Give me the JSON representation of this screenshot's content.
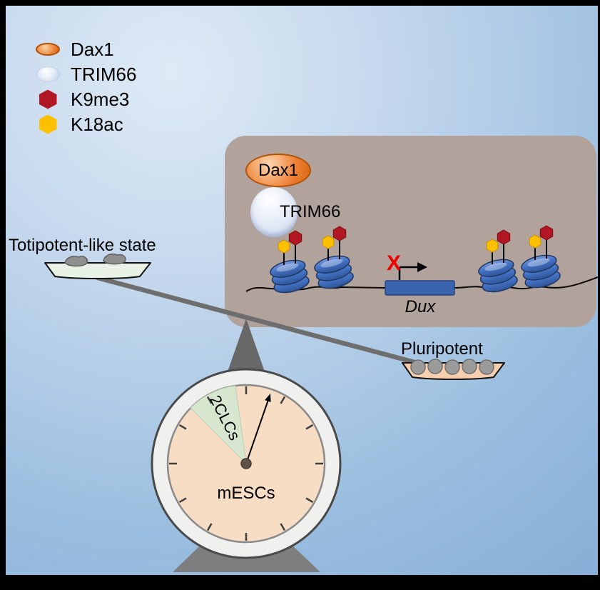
{
  "legend": {
    "items": [
      {
        "id": "dax1",
        "label": "Dax1",
        "icon": "dax1-ellipse-icon"
      },
      {
        "id": "trim66",
        "label": "TRIM66",
        "icon": "trim66-ellipse-icon"
      },
      {
        "id": "k9me3",
        "label": "K9me3",
        "icon": "k9me3-hexagon-icon"
      },
      {
        "id": "k18ac",
        "label": "K18ac",
        "icon": "k18ac-hexagon-icon"
      }
    ]
  },
  "chromatin_panel": {
    "dax1_label": "Dax1",
    "trim66_label": "TRIM66",
    "gene_label": "Dux",
    "repression_mark": "X"
  },
  "balance": {
    "left_label": "Totipotent-like state",
    "right_label": "Pluripotent"
  },
  "gauge": {
    "sector_label": "2CLCs",
    "center_label": "mESCs"
  },
  "colors": {
    "dax1": "#ED7D31",
    "trim66": "#DDE6F4",
    "k9me3": "#B01722",
    "k18ac": "#FFC000",
    "nucleosome": "#4472C4",
    "gene": "#3A63AE",
    "panel": "#B1A29C",
    "left_pan": "#E9F3E5",
    "right_pan": "#F8CFAE",
    "gauge_face": "#F8DDC5",
    "sector": "#D6E6CF"
  }
}
